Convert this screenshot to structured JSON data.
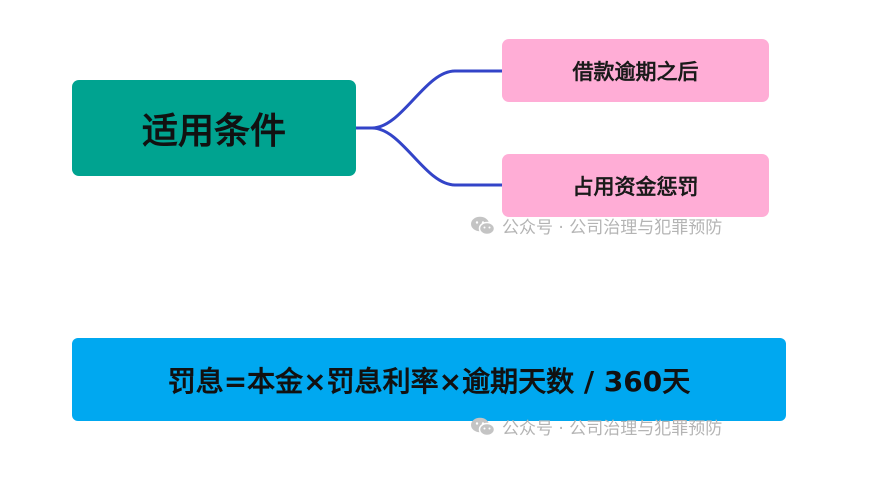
{
  "diagram": {
    "root": {
      "label": "适用条件"
    },
    "branches": [
      {
        "label": "借款逾期之后"
      },
      {
        "label": "占用资金惩罚"
      }
    ],
    "formula": {
      "label": "罚息=本金×罚息利率×逾期天数 / 360天"
    }
  },
  "watermarks": [
    {
      "text": "公众号 · 公司治理与犯罪预防"
    },
    {
      "text": "公众号 · 公司治理与犯罪预防"
    }
  ],
  "colors": {
    "root_fill": "#00A390",
    "branch_fill": "#FFADD6",
    "formula_fill": "#00A8F0",
    "connector": "#3344C8",
    "watermark": "#b4b4b4"
  },
  "icons": {
    "watermark_icon": "wechat-icon"
  }
}
